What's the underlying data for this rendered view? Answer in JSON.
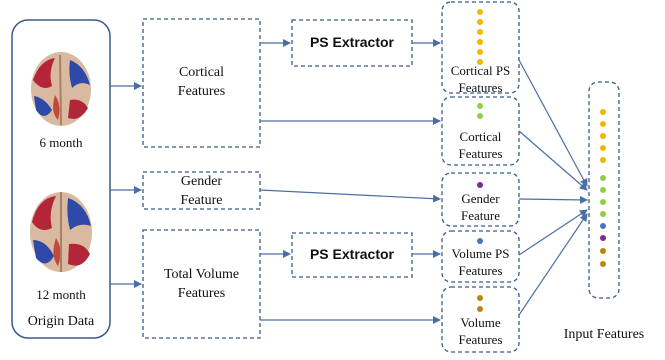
{
  "origin": {
    "label": "Origin Data",
    "scan_top_caption": "6 month",
    "scan_bottom_caption": "12 month"
  },
  "features": {
    "cortical": {
      "line1": "Cortical",
      "line2": "Features"
    },
    "gender": {
      "line1": "Gender",
      "line2": "Feature"
    },
    "total_volume": {
      "line1": "Total Volume",
      "line2": "Features"
    }
  },
  "extractors": {
    "top": "PS Extractor",
    "bottom": "PS Extractor"
  },
  "outputs": {
    "cortical_ps": {
      "line1": "Cortical PS",
      "line2": "Features"
    },
    "cortical": {
      "line1": "Cortical",
      "line2": "Features"
    },
    "gender": {
      "line1": "Gender",
      "line2": "Feature"
    },
    "volume_ps": {
      "line1": "Volume PS",
      "line2": "Features"
    },
    "volume": {
      "line1": "Volume",
      "line2": "Features"
    }
  },
  "input_features": {
    "label": "Input Features"
  },
  "colors": {
    "cortical_ps": "#f7b500",
    "cortical": "#8fce45",
    "gender": "#7a2a9a",
    "volume_ps": "#4a72c4",
    "volume": "#b8860b",
    "border": "#3a5a8a",
    "arrow": "#4a6fa5"
  }
}
